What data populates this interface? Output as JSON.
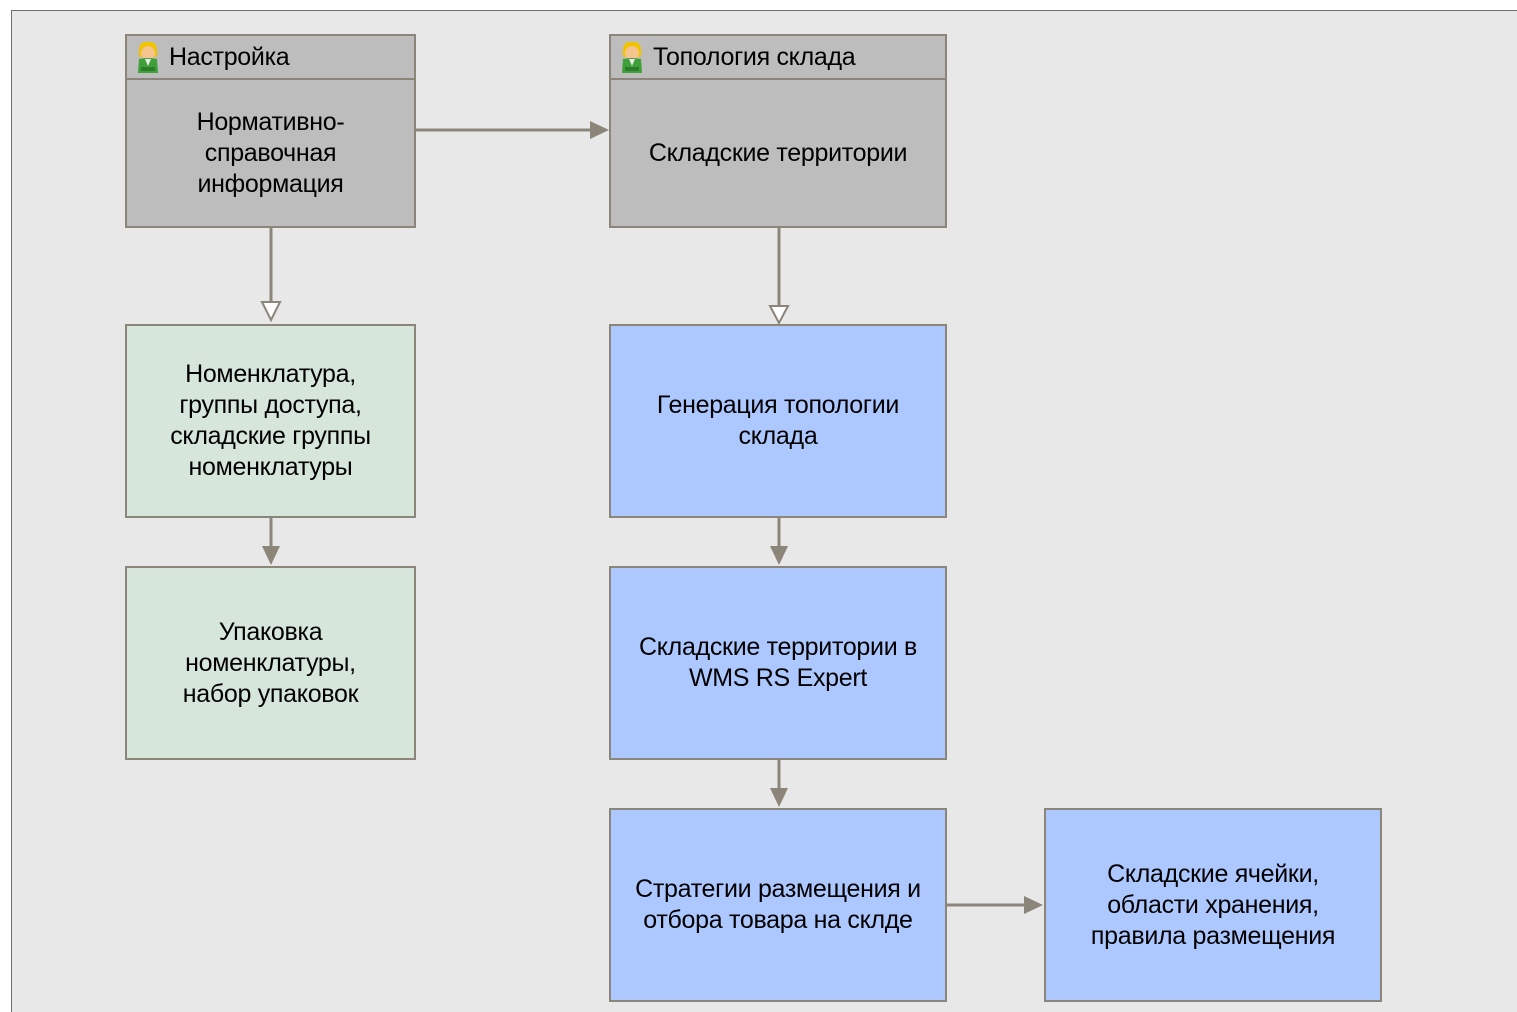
{
  "diagram": {
    "nodes": [
      {
        "id": "setup",
        "header": "Настройка",
        "text": "Нормативно-\nсправочная\nинформация",
        "icon": "person-icon",
        "color": "#bdbdbd"
      },
      {
        "id": "topology",
        "header": "Топология склада",
        "text": "Складские  территории",
        "icon": "person-icon",
        "color": "#bdbdbd"
      },
      {
        "id": "nomenclature",
        "text": "Номенклатура,\nгруппы доступа,\nскладские группы\nноменклатуры",
        "color": "#d6e6da"
      },
      {
        "id": "packaging",
        "text": "Упаковка\nноменклатуры,\nнабор упаковок",
        "color": "#d6e6da"
      },
      {
        "id": "generation",
        "text": "Генерация топологии\nсклада",
        "color": "#adc7ff"
      },
      {
        "id": "wms",
        "text": "Складские территории в\nWMS RS Expert",
        "color": "#adc7ff"
      },
      {
        "id": "strategies",
        "text": "Стратегии размещения и\nотбора товара на склде",
        "color": "#adc7ff"
      },
      {
        "id": "cells",
        "text": "Складские ячейки,\nобласти хранения,\nправила размещения",
        "color": "#adc7ff"
      }
    ],
    "edges": [
      {
        "from": "setup",
        "to": "topology",
        "style": "filled-arrow"
      },
      {
        "from": "setup",
        "to": "nomenclature",
        "style": "hollow-arrow"
      },
      {
        "from": "topology",
        "to": "generation",
        "style": "hollow-arrow"
      },
      {
        "from": "nomenclature",
        "to": "packaging",
        "style": "filled-arrow"
      },
      {
        "from": "generation",
        "to": "wms",
        "style": "filled-arrow"
      },
      {
        "from": "wms",
        "to": "strategies",
        "style": "filled-arrow"
      },
      {
        "from": "strategies",
        "to": "cells",
        "style": "filled-arrow"
      }
    ]
  }
}
